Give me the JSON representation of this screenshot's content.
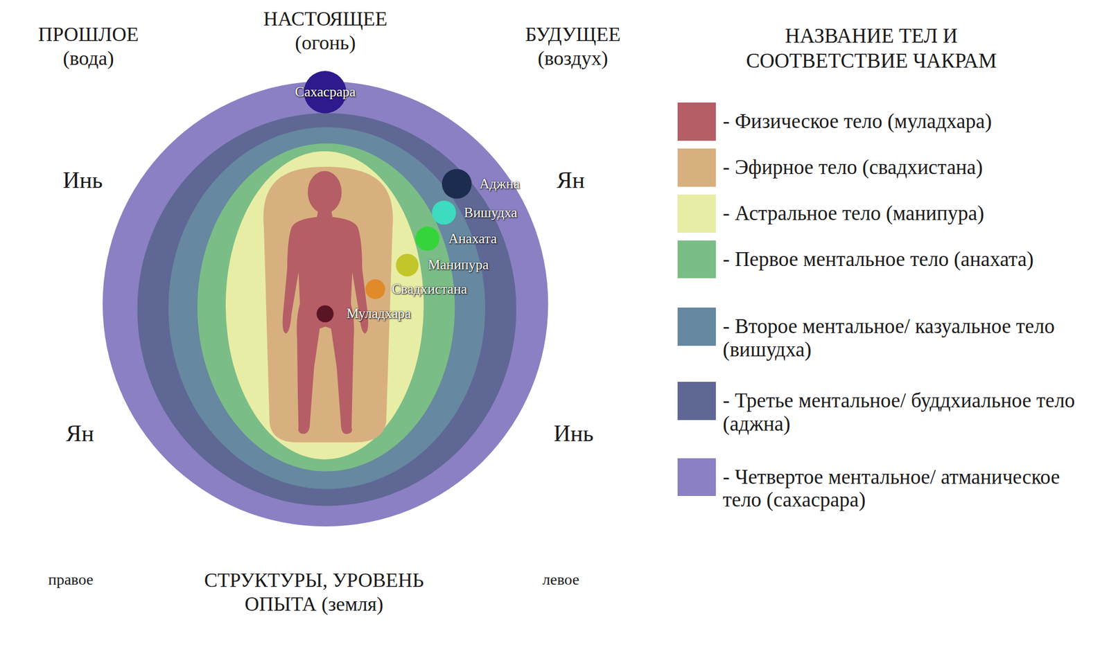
{
  "diagram": {
    "title": "НАЗВАНИЕ ТЕЛ И СООТВЕТСТВИЕ ЧАКРАМ",
    "nodes": [
      {
        "text": [
          "Сахасрара"
        ]
      },
      {
        "text": [
          "Аджна"
        ]
      },
      {
        "text": [
          "Вишудха"
        ]
      },
      {
        "text": [
          "Анахата"
        ]
      },
      {
        "text": [
          "Манипура"
        ]
      },
      {
        "text": [
          "Свадхистана"
        ]
      },
      {
        "text": [
          "Муладхара"
        ]
      }
    ],
    "labels": [
      "ПРОШЛОЕ (вода)",
      "НАСТОЯЩЕЕ (огонь)",
      "БУДУЩЕЕ (воздух)",
      "Инь",
      "Ян",
      "Ян",
      "Инь",
      "правое",
      "СТРУКТУРЫ, УРОВЕНЬ ОПЫТА (земля)",
      "левое"
    ],
    "legend": [
      {
        "text": "- Физическое тело (муладхара)",
        "color": "#b55e66"
      },
      {
        "text": "- Эфирное тело (свадхистана)",
        "color": "#d8b07f"
      },
      {
        "text": "- Астральное тело (манипура)",
        "color": "#e8eda5"
      },
      {
        "text": "- Первое ментальное тело (анахата)",
        "color": "#7bbd86"
      },
      {
        "text": "- Второе ментальное/ казуальное тело (вишудха)",
        "color": "#6688a0"
      },
      {
        "text": "- Третье ментальное/ буддхиальное тело (аджна)",
        "color": "#5f6794"
      },
      {
        "text": "- Четвертое ментальное/ атманическое тело (сахасрара)",
        "color": "#8b80c3"
      }
    ]
  }
}
